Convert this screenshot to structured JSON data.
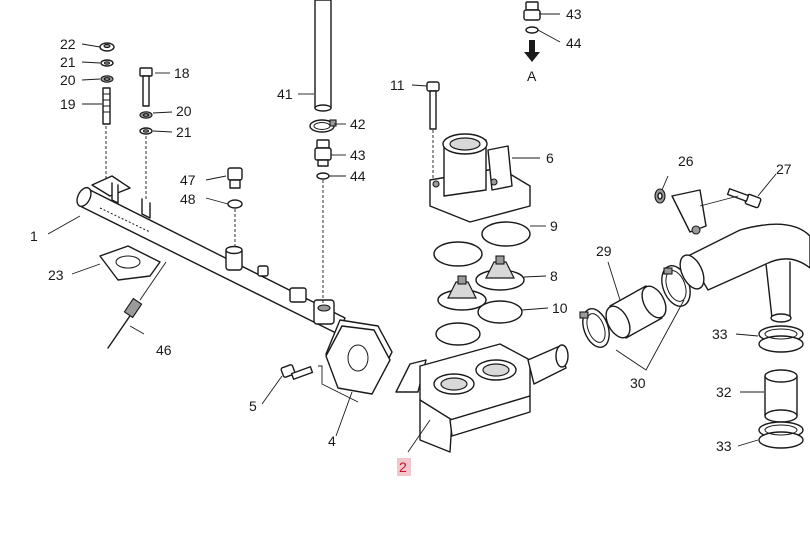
{
  "diagram": {
    "callouts": {
      "c1": "1",
      "c2": "2",
      "c4": "4",
      "c5": "5",
      "c6": "6",
      "c8": "8",
      "c9": "9",
      "c10": "10",
      "c11": "11",
      "c18": "18",
      "c19": "19",
      "c20a": "20",
      "c20b": "20",
      "c21a": "21",
      "c21b": "21",
      "c22": "22",
      "c23": "23",
      "c26": "26",
      "c27": "27",
      "c29": "29",
      "c30": "30",
      "c32": "32",
      "c33a": "33",
      "c33b": "33",
      "c41": "41",
      "c42": "42",
      "c43a": "43",
      "c43b": "43",
      "c44a": "44",
      "c44b": "44",
      "c46": "46",
      "c47": "47",
      "c48": "48",
      "viewA": "A"
    },
    "highlight_color": "#f3c6cb",
    "highlight_text_color": "#c8102e",
    "highlighted_part": "2"
  }
}
